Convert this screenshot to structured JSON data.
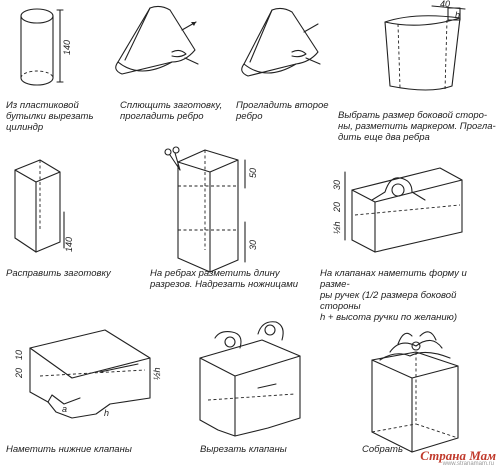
{
  "steps": [
    {
      "caption": "Из пластиковой\nбутылки вырезать\nцилиндр",
      "dim": "140"
    },
    {
      "caption": "Сплющить заготовку,\nпрогладить ребро"
    },
    {
      "caption": "Прогладить второе\nребро"
    },
    {
      "caption": "Выбрать размер боковой сторо-\nны, разметить маркером. Прогла-\nдить еще два ребра",
      "dims": [
        "40",
        "h"
      ]
    },
    {
      "caption": "Расправить заготовку",
      "dim": "140"
    },
    {
      "caption": "На ребрах разметить длину\nразрезов. Надрезать ножницами",
      "dims": [
        "50",
        "30"
      ]
    },
    {
      "caption": "На клапанах наметить форму и разме-\nры ручек (1/2 размера боковой стороны\nh + высота ручки по желанию)",
      "dims": [
        "30",
        "20",
        "½h"
      ]
    },
    {
      "caption": "Наметить нижние клапаны",
      "dims": [
        "10",
        "20",
        "½h",
        "h",
        "a"
      ]
    },
    {
      "caption": "Вырезать клапаны"
    },
    {
      "caption": "Собрать"
    }
  ],
  "watermark": {
    "brand": "Страна Мам",
    "sub": "www.stranamam.ru"
  }
}
